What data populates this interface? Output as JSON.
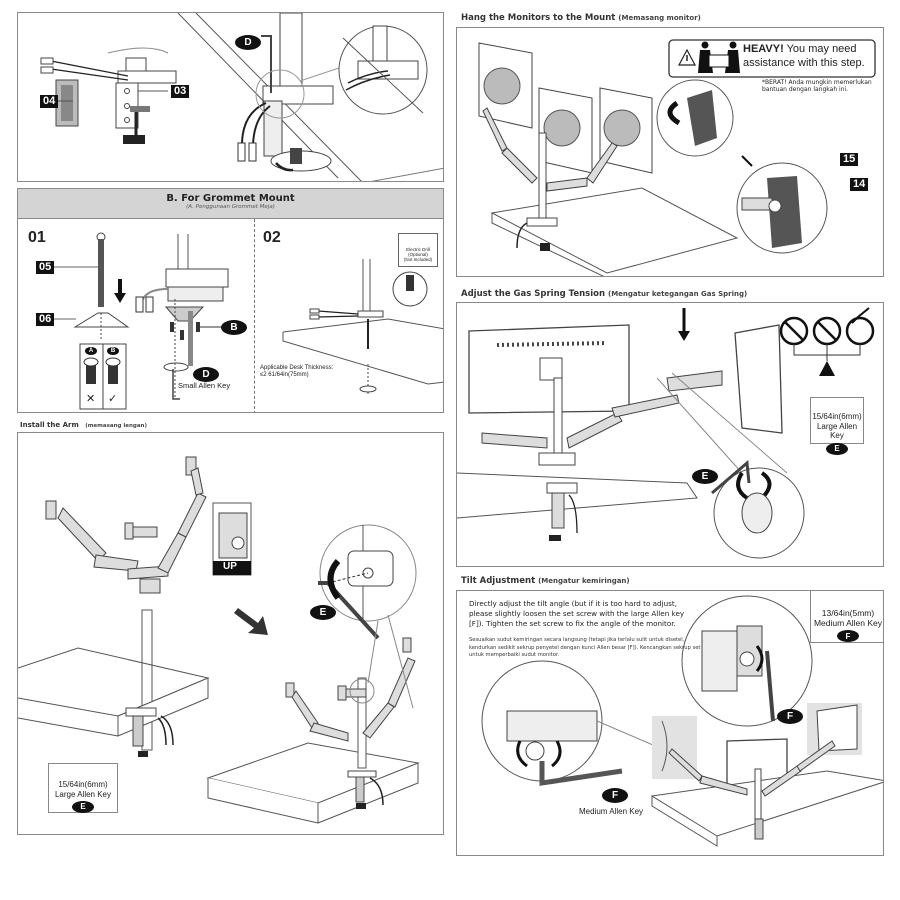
{
  "clamp_section": {
    "part_labels": [
      "04",
      "03"
    ],
    "tool_badge": "D"
  },
  "grommet_section": {
    "title": "B. For Grommet Mount",
    "subtitle": "(A. Penggunaan Grommet Meja)",
    "step1": {
      "number": "01",
      "part_labels": [
        "05",
        "06"
      ],
      "screw_options": [
        {
          "badge": "A",
          "mark": "✕"
        },
        {
          "badge": "B",
          "mark": "✓"
        }
      ],
      "screw_badge": "B",
      "tool_badge": "D",
      "tool_label": "Small Allen Key"
    },
    "step2": {
      "number": "02",
      "drill_label": [
        "Electric Drill",
        "(Optional)",
        "(Not Included)"
      ],
      "desk_thickness_label": [
        "Applicable Desk Thickness:",
        "≤2 61/64in(75mm)"
      ]
    }
  },
  "install_arm_section": {
    "title": "Install the Arm",
    "subtitle": "(memasang lengan)",
    "up_label": "UP",
    "tool_badge": "E",
    "key": {
      "size": "15/64in(6mm)",
      "name": "Large Allen Key",
      "badge": "E"
    }
  },
  "hang_section": {
    "title": "Hang the Monitors to the Mount",
    "subtitle": "(Memasang monitor)",
    "warning": {
      "line1_bold": "HEAVY!",
      "line1_rest": " You may need",
      "line2": "assistance with this step.",
      "note": "*BERAT! Anda mungkin memerlukan bantuan dengan langkah ini."
    },
    "part_labels": [
      "15",
      "14"
    ]
  },
  "gas_spring_section": {
    "title": "Adjust the Gas Spring Tension",
    "subtitle": "(Mengatur ketegangan Gas Spring)",
    "tool_badge": "E",
    "key": {
      "size": "15/64in(6mm)",
      "name": "Large Allen Key",
      "badge": "E"
    }
  },
  "tilt_section": {
    "title": "Tilt Adjustment",
    "subtitle": "(Mengatur kemiringan)",
    "instruction_en": "Directly adjust the tilt angle (but if it is too hard to adjust, please slightly loosen the set screw with the large Allen key [F]). Tighten the set screw to fix the angle of the monitor.",
    "instruction_id": "Sesuaikan sudut kemiringan secara langsung (tetapi jika terlalu sulit untuk disetel, kendurkan sedikit sekrup penyetel dengan kunci Allen besar [F]). Kencangkan sekrup set untuk memperbaiki sudut monitor.",
    "key": {
      "size": "13/64in(5mm)",
      "name": "Medium Allen Key",
      "badge": "F"
    },
    "tool_badge": "F",
    "bottom_badge": "F",
    "bottom_label": "Medium Allen Key"
  }
}
